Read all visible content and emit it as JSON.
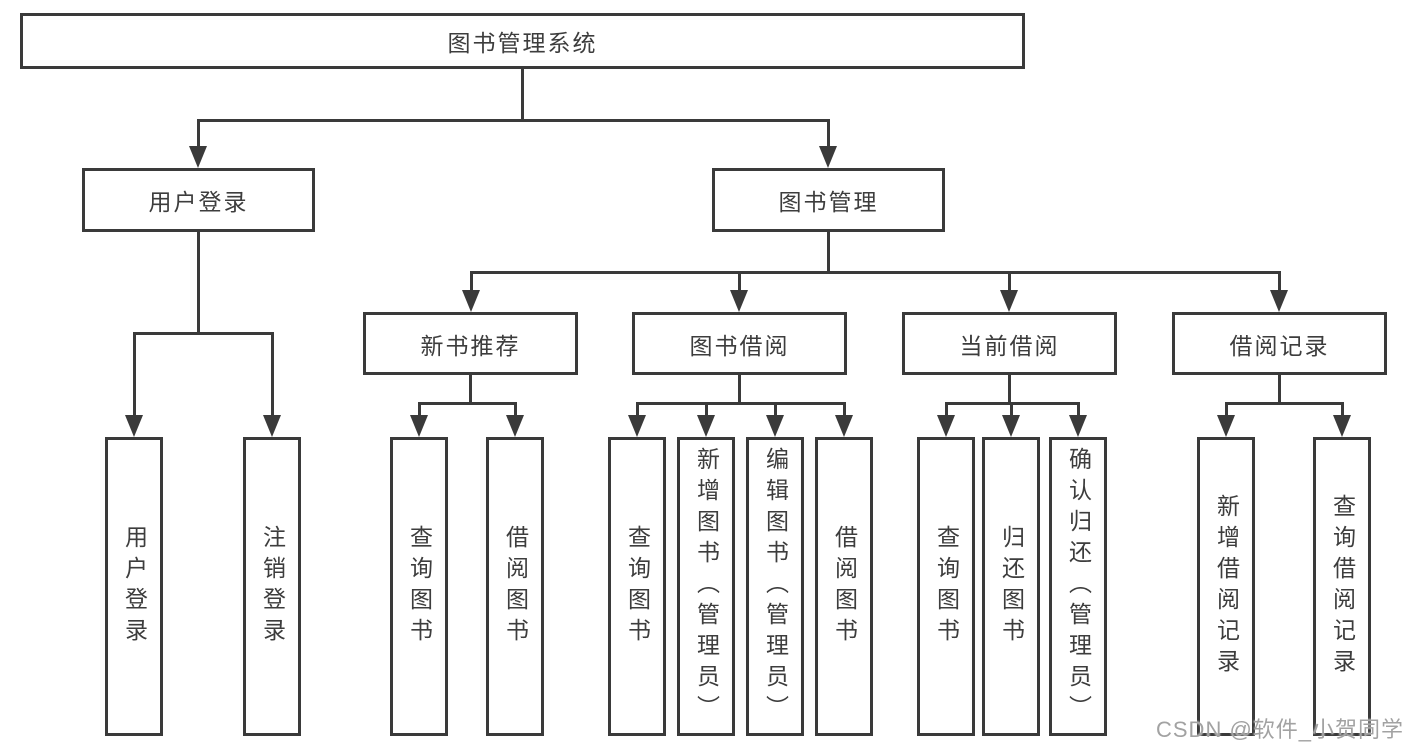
{
  "tree": {
    "root": {
      "label": "图书管理系统"
    },
    "branches": [
      {
        "label": "用户登录",
        "children": [
          {
            "label": "用户登录"
          },
          {
            "label": "注销登录"
          }
        ]
      },
      {
        "label": "图书管理",
        "groups": [
          {
            "label": "新书推荐",
            "children": [
              {
                "label": "查询图书"
              },
              {
                "label": "借阅图书"
              }
            ]
          },
          {
            "label": "图书借阅",
            "children": [
              {
                "label": "查询图书"
              },
              {
                "label": "新增图书（管理员）"
              },
              {
                "label": "编辑图书（管理员）"
              },
              {
                "label": "借阅图书"
              }
            ]
          },
          {
            "label": "当前借阅",
            "children": [
              {
                "label": "查询图书"
              },
              {
                "label": "归还图书"
              },
              {
                "label": "确认归还（管理员）"
              }
            ]
          },
          {
            "label": "借阅记录",
            "children": [
              {
                "label": "新增借阅记录"
              },
              {
                "label": "查询借阅记录"
              }
            ]
          }
        ]
      }
    ]
  },
  "watermark": {
    "text": "CSDN @软件_小贺同学"
  },
  "colors": {
    "line": "#3a3a3a",
    "box_border": "#3a3a3a",
    "text": "#3d3d3d",
    "watermark": "#a2a2a2",
    "background": "#ffffff"
  }
}
